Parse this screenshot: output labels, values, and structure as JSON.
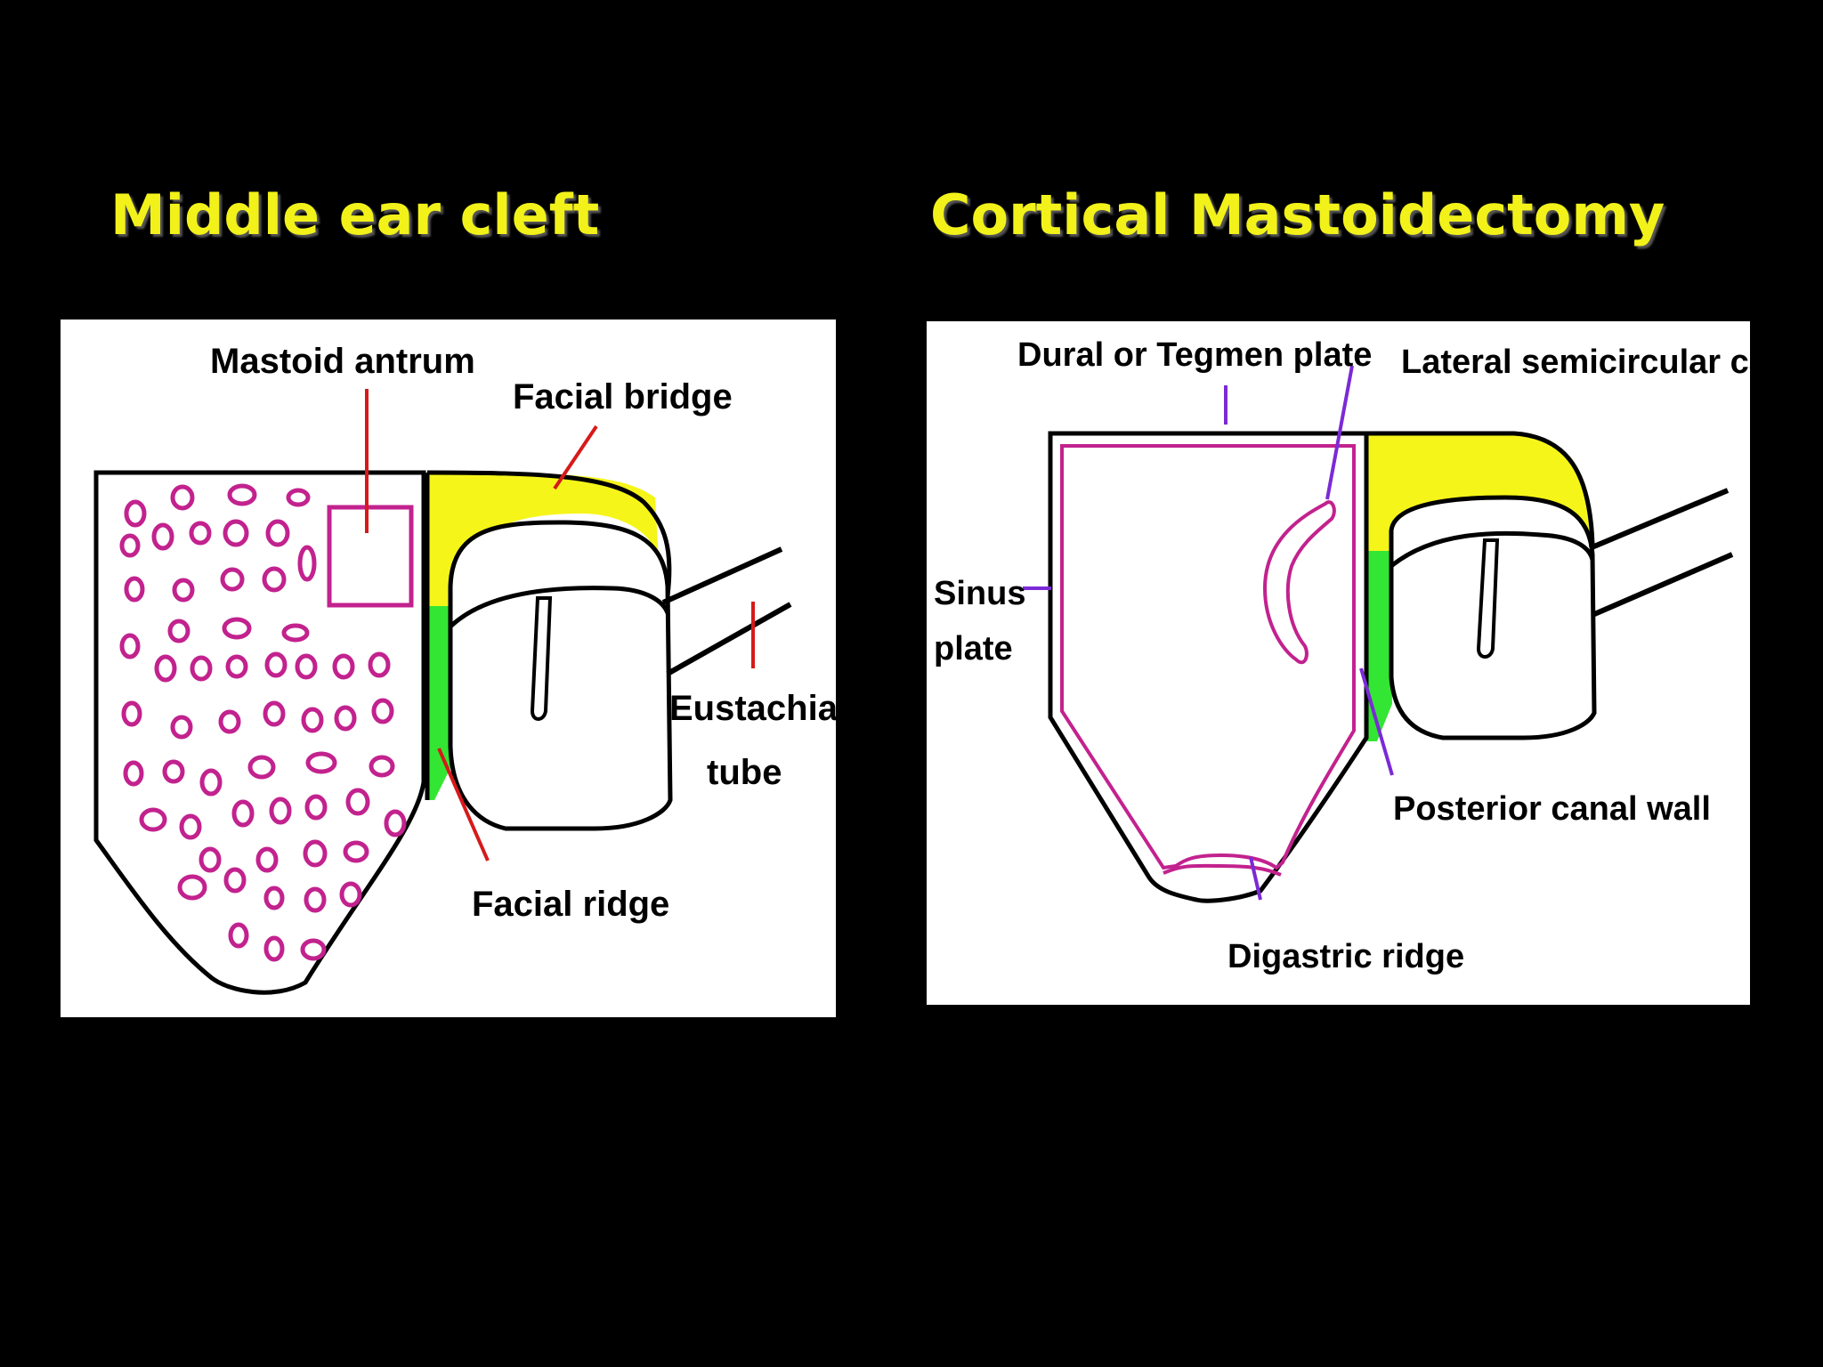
{
  "slide": {
    "background_color": "#000000",
    "title_color": "#f2f21a"
  },
  "left": {
    "title": "Middle ear cleft",
    "labels": {
      "mastoid_antrum": "Mastoid antrum",
      "facial_bridge": "Facial bridge",
      "eustachian_1": "Eustachian",
      "eustachian_2": "tube",
      "facial_ridge": "Facial ridge"
    },
    "leader_color": "#d61a1a"
  },
  "right": {
    "title": "Cortical Mastoidectomy",
    "labels": {
      "dural_plate": "Dural or Tegmen plate",
      "lateral_canal": "Lateral semicircular canal",
      "sinus_1": "Sinus",
      "sinus_2": "plate",
      "posterior_wall": "Posterior canal wall",
      "digastric": "Digastric ridge"
    },
    "leader_color": "#7b2ad6"
  },
  "colors": {
    "cell_outline": "#c2228e",
    "facial_bridge_fill": "#f5f51a",
    "facial_ridge_fill": "#33e633"
  }
}
